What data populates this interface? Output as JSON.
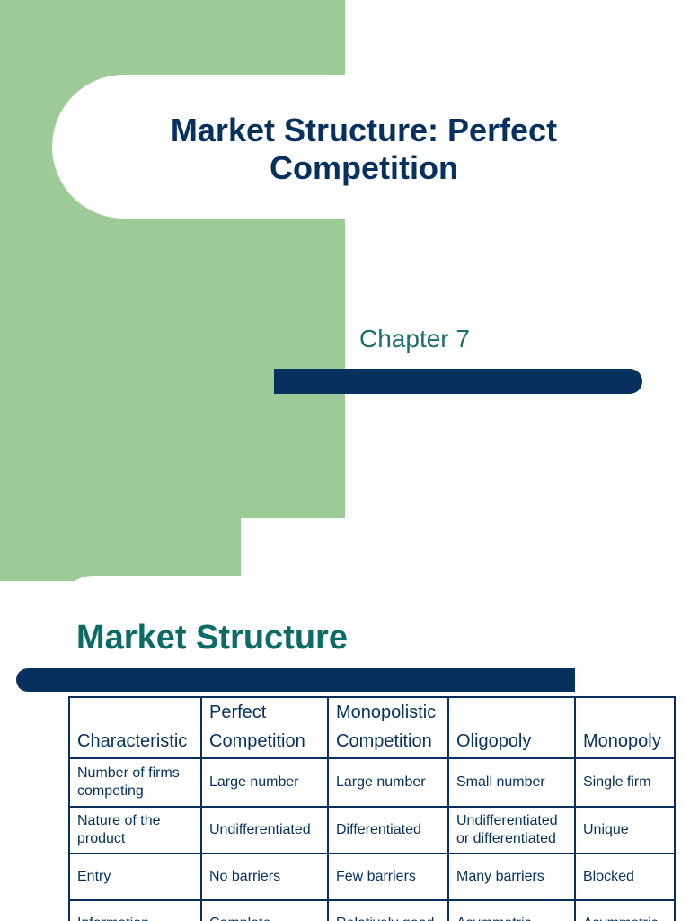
{
  "slide1": {
    "title": "Market Structure:  Perfect Competition",
    "subtitle": "Chapter 7"
  },
  "slide2": {
    "title": "Market Structure",
    "table": {
      "headers": [
        "Characteristic",
        "Perfect Competition",
        "Monopolistic Competition",
        "Oligopoly",
        "Monopoly"
      ],
      "rows": [
        [
          "Number of firms competing",
          "Large number",
          "Large number",
          "Small number",
          "Single firm"
        ],
        [
          "Nature of the product",
          "Undifferentiated",
          "Differentiated",
          "Undifferentiated or differentiated",
          "Unique"
        ],
        [
          "Entry",
          "No barriers",
          "Few barriers",
          "Many barriers",
          "Blocked"
        ],
        [
          "Information",
          "Complete",
          "Relatively good",
          "Asymmetric",
          "Asymmetric"
        ]
      ]
    }
  },
  "colors": {
    "green": "#9ccb97",
    "navy": "#06305e",
    "teal": "#0c6b66"
  }
}
